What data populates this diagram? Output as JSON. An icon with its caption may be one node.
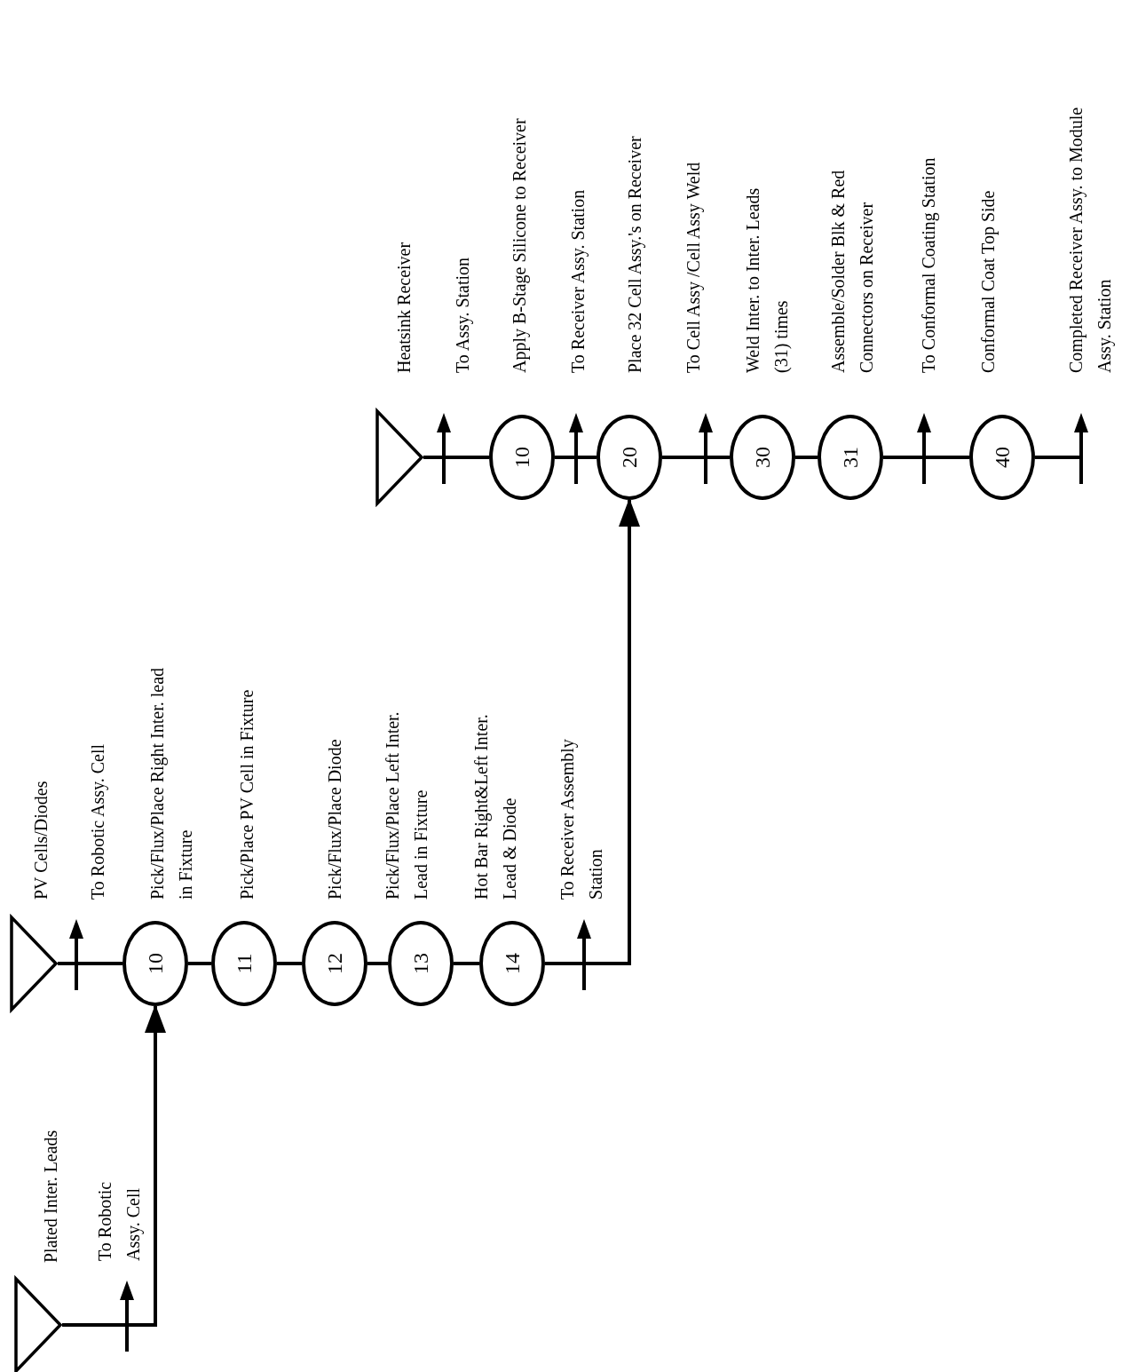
{
  "diagram": {
    "nodes": [
      {
        "text": [],
        "shape": "triangle",
        "beside": [
          "Plated Inter. Leads"
        ]
      },
      {
        "text": [],
        "shape": "triangle",
        "beside": [
          "PV Cells/Diodes"
        ]
      },
      {
        "text": [
          "10"
        ],
        "beside": [
          "Pick/Flux/Place Right Inter. lead in Fixture"
        ]
      },
      {
        "text": [
          "11"
        ],
        "beside": [
          "Pick/Place PV Cell in Fixture"
        ]
      },
      {
        "text": [
          "12"
        ],
        "beside": [
          "Pick/Flux/Place Diode"
        ]
      },
      {
        "text": [
          "13"
        ],
        "beside": [
          "Pick/Flux/Place Left Inter. Lead in Fixture"
        ]
      },
      {
        "text": [
          "14"
        ],
        "beside": [
          "Hot Bar Right&Left Inter. Lead & Diode"
        ]
      },
      {
        "text": [],
        "shape": "triangle",
        "beside": [
          "Heatsink Receiver"
        ]
      },
      {
        "text": [
          "10"
        ],
        "beside": [
          "Apply B-Stage Silicone to Receiver"
        ]
      },
      {
        "text": [
          "20"
        ],
        "beside": [
          "Place 32 Cell Assy.'s on Receiver"
        ]
      },
      {
        "text": [
          "30"
        ],
        "beside": [
          "Weld Inter. to Inter. Leads (31) times"
        ]
      },
      {
        "text": [
          "31"
        ],
        "beside": [
          "Assemble/Solder Blk & Red Connectors on Receiver"
        ]
      },
      {
        "text": [
          "40"
        ],
        "beside": [
          "Conformal Coat Top Side"
        ]
      }
    ],
    "edges": [
      {
        "from": 0,
        "to": 2,
        "arrow": "to",
        "label": "To Robotic Assy. Cell"
      },
      {
        "from": 1,
        "to": 2,
        "arrow": "none",
        "label": "To Robotic Assy. Cell"
      },
      {
        "from": 2,
        "to": 3,
        "arrow": "none"
      },
      {
        "from": 3,
        "to": 4,
        "arrow": "none"
      },
      {
        "from": 4,
        "to": 5,
        "arrow": "none"
      },
      {
        "from": 5,
        "to": 6,
        "arrow": "none"
      },
      {
        "from": 6,
        "to": 9,
        "arrow": "to",
        "label": "To Receiver Assembly Station"
      },
      {
        "from": 7,
        "to": 8,
        "arrow": "none",
        "label": "To Assy. Station"
      },
      {
        "from": 8,
        "to": 9,
        "arrow": "none",
        "label": "To Receiver Assy. Station"
      },
      {
        "from": 9,
        "to": 10,
        "arrow": "none",
        "label": "To Cell Assy /Cell Assy Weld"
      },
      {
        "from": 10,
        "to": 11,
        "arrow": "none"
      },
      {
        "from": 11,
        "to": 12,
        "arrow": "none",
        "label": "To Conformal Coating Station"
      },
      {
        "from": 12,
        "to": null,
        "arrow": "none",
        "label": "Completed Receiver Assy. to Module Assy. Station"
      }
    ]
  }
}
